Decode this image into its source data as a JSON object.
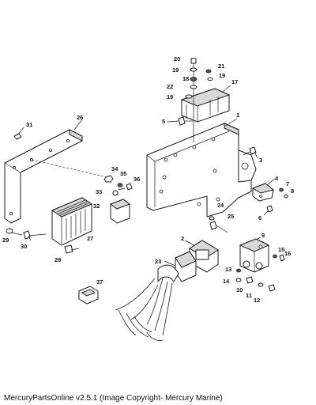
{
  "caption": "MercuryPartsOnline v2.5.1 (Image Copyright- Mercury Marine)",
  "callouts": {
    "c1": "1",
    "c2": "2",
    "c3": "3",
    "c4": "4",
    "c5": "5",
    "c6": "6",
    "c7": "7",
    "c8": "8",
    "c9": "9",
    "c10": "10",
    "c11": "11",
    "c12": "12",
    "c13": "13",
    "c14": "14",
    "c15": "15",
    "c16": "16",
    "c17": "17",
    "c18": "18",
    "c19a": "19",
    "c19b": "19",
    "c19c": "19",
    "c20": "20",
    "c21": "21",
    "c22": "22",
    "c23": "23",
    "c24": "24",
    "c25": "25",
    "c26": "26",
    "c27": "27",
    "c28": "28",
    "c29": "29",
    "c30": "30",
    "c31": "31",
    "c32": "32",
    "c33": "33",
    "c34": "34",
    "c35": "35",
    "c36": "36",
    "c37": "37"
  }
}
